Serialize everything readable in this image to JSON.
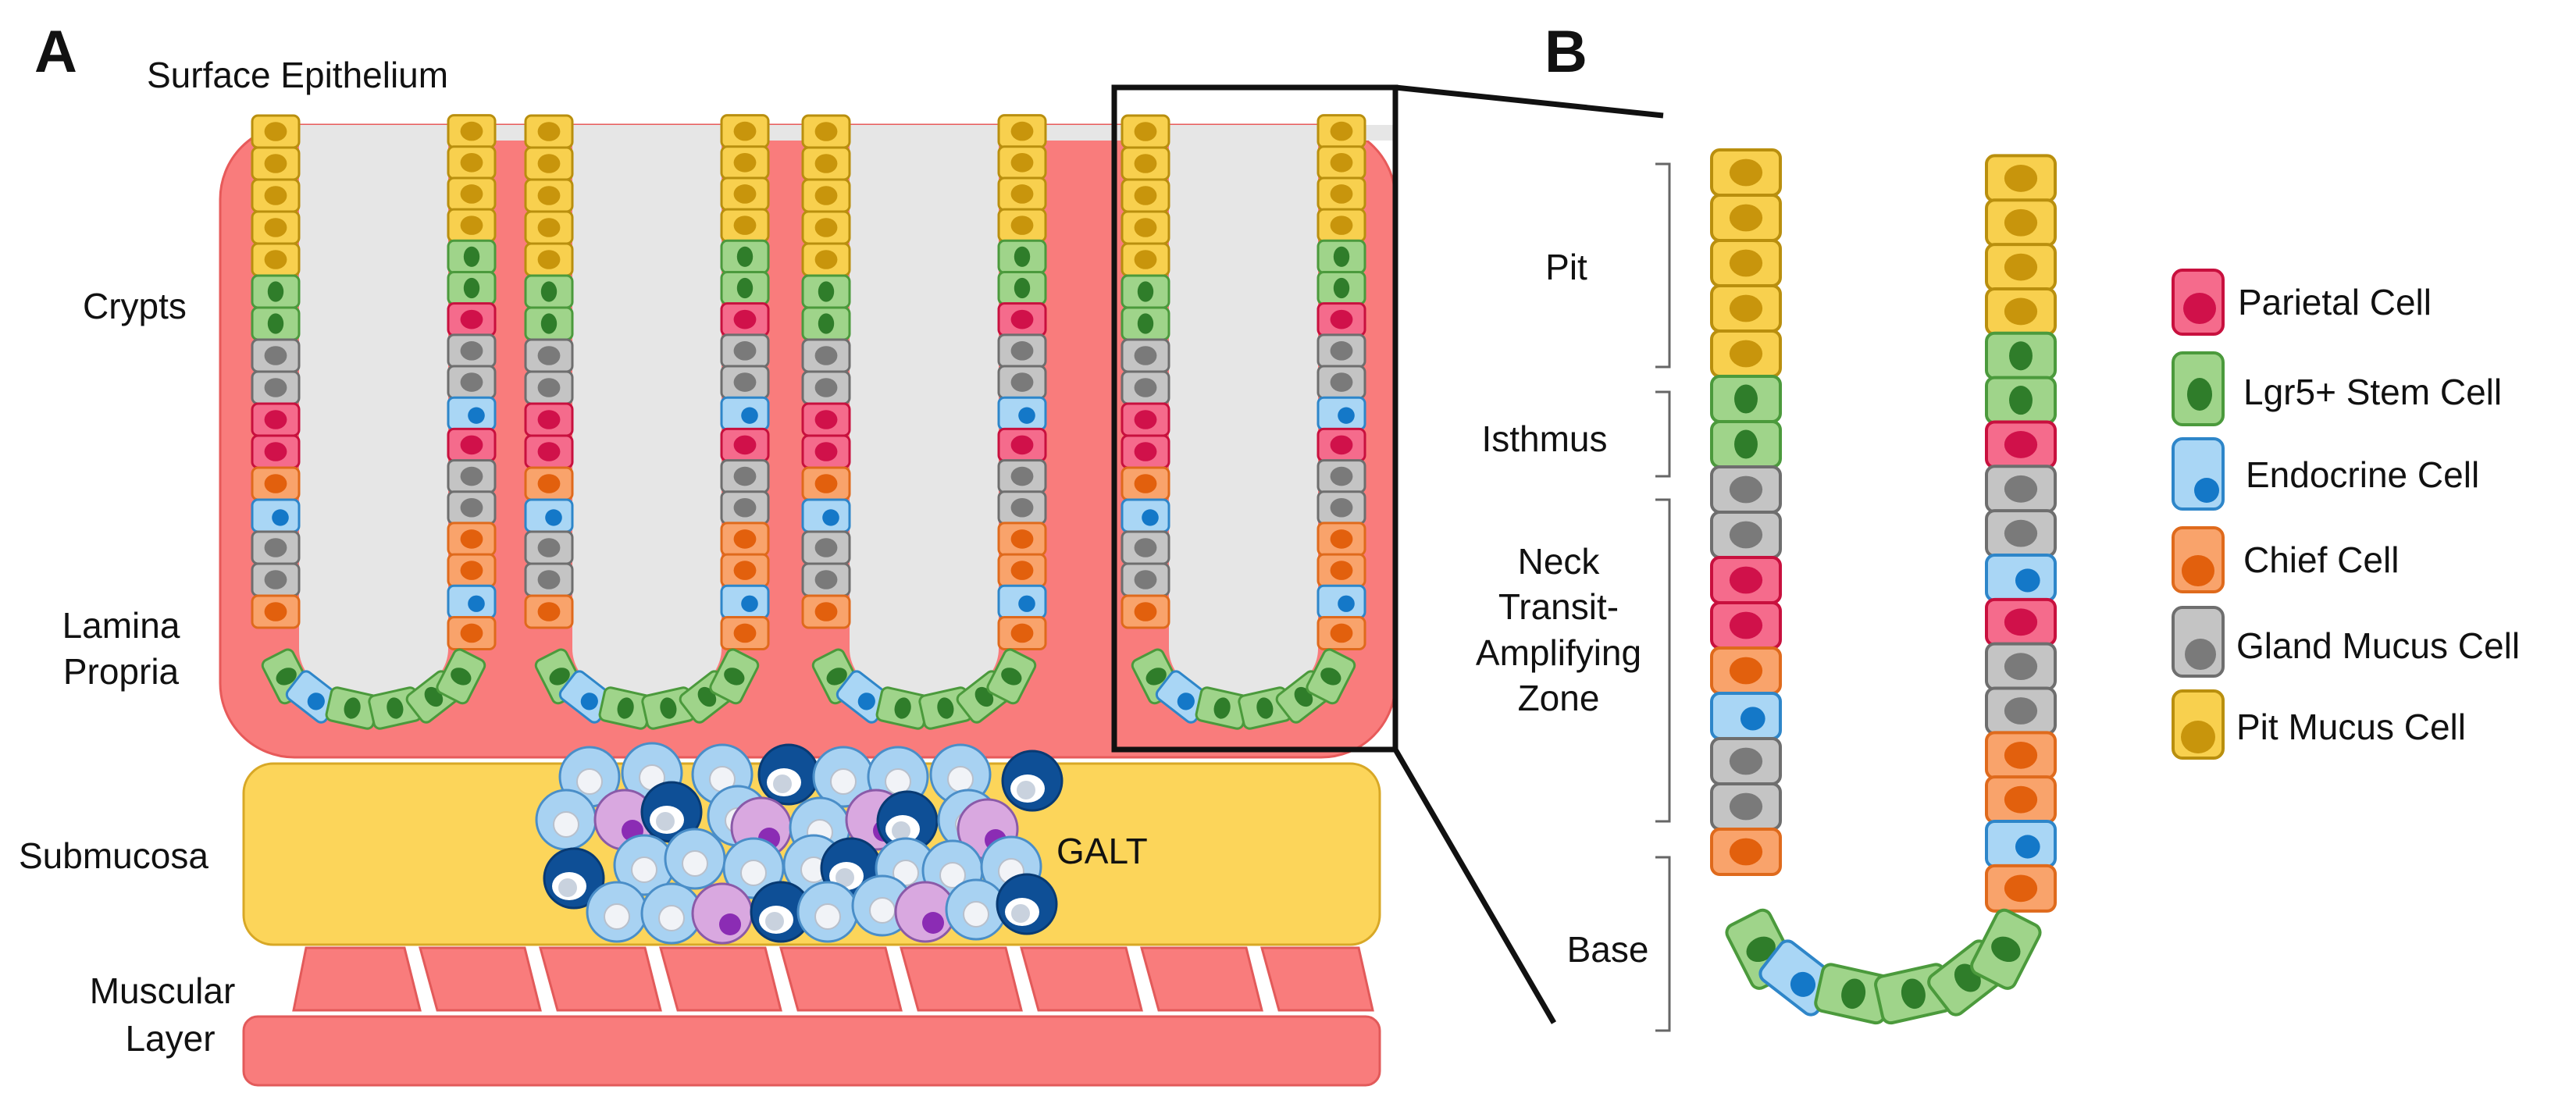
{
  "panel_a": {
    "letter": "A",
    "labels": {
      "surface_epithelium": "Surface Epithelium",
      "crypts": "Crypts",
      "lamina_propria_1": "Lamina",
      "lamina_propria_2": "Propria",
      "submucosa": "Submucosa",
      "galt": "GALT",
      "muscular_layer_1": "Muscular",
      "muscular_layer_2": "Layer"
    }
  },
  "panel_b": {
    "letter": "B",
    "zones": {
      "pit": "Pit",
      "isthmus": "Isthmus",
      "neck_1": "Neck",
      "neck_2": "Transit-",
      "neck_3": "Amplifying",
      "neck_4": "Zone",
      "base": "Base"
    }
  },
  "legend": [
    {
      "key": "parietal",
      "label": "Parietal Cell"
    },
    {
      "key": "stem",
      "label": "Lgr5+ Stem Cell"
    },
    {
      "key": "endocrine",
      "label": "Endocrine Cell"
    },
    {
      "key": "chief",
      "label": "Chief Cell"
    },
    {
      "key": "gland",
      "label": "Gland Mucus Cell"
    },
    {
      "key": "pit",
      "label": "Pit Mucus Cell"
    }
  ],
  "colors": {
    "parietal": {
      "fill": "#f56b8c",
      "stroke": "#c8103e",
      "nuc": "#d0114a"
    },
    "stem": {
      "fill": "#9fd48a",
      "stroke": "#4b9a3c",
      "nuc": "#2f7d2a"
    },
    "endocrine": {
      "fill": "#a9d6f5",
      "stroke": "#2e86c9",
      "nuc": "#1478c8"
    },
    "chief": {
      "fill": "#f9a36b",
      "stroke": "#df6a1c",
      "nuc": "#e2600d"
    },
    "gland": {
      "fill": "#c4c4c4",
      "stroke": "#6e6e6e",
      "nuc": "#7a7a7a"
    },
    "pit": {
      "fill": "#f8d04e",
      "stroke": "#b98f0e",
      "nuc": "#c8950c"
    },
    "lamina_propria": "#f97c7c",
    "submucosa": "#fcd55a",
    "lumen": "#e6e6e6",
    "galt_light": "#a8d2f2",
    "galt_dark": "#0e4f96",
    "galt_purple": "#d9a8e0"
  },
  "crypt_sequences": {
    "crypt_1": {
      "left": [
        "pit",
        "pit",
        "pit",
        "pit",
        "pit",
        "stem",
        "stem",
        "gland",
        "gland",
        "parietal",
        "parietal",
        "chief",
        "endocrine",
        "gland",
        "gland",
        "chief"
      ],
      "right": [
        "pit",
        "pit",
        "pit",
        "pit",
        "stem",
        "stem",
        "parietal",
        "gland",
        "gland",
        "endocrine",
        "parietal",
        "gland",
        "gland",
        "chief",
        "chief",
        "endocrine",
        "chief"
      ],
      "base": [
        "stem",
        "endocrine",
        "stem",
        "stem",
        "stem",
        "stem"
      ]
    },
    "crypt_2": {
      "left": [
        "pit",
        "pit",
        "pit",
        "pit",
        "pit",
        "stem",
        "stem",
        "gland",
        "gland",
        "parietal",
        "parietal",
        "chief",
        "endocrine",
        "gland",
        "gland",
        "chief"
      ],
      "right": [
        "pit",
        "pit",
        "pit",
        "pit",
        "stem",
        "stem",
        "parietal",
        "gland",
        "gland",
        "endocrine",
        "parietal",
        "gland",
        "gland",
        "chief",
        "chief",
        "endocrine",
        "chief"
      ],
      "base": [
        "stem",
        "endocrine",
        "stem",
        "stem",
        "stem",
        "stem"
      ]
    },
    "crypt_3": {
      "left": [
        "pit",
        "pit",
        "pit",
        "pit",
        "pit",
        "stem",
        "stem",
        "gland",
        "gland",
        "parietal",
        "parietal",
        "chief",
        "endocrine",
        "gland",
        "gland",
        "chief"
      ],
      "right": [
        "pit",
        "pit",
        "pit",
        "pit",
        "stem",
        "stem",
        "parietal",
        "gland",
        "gland",
        "endocrine",
        "parietal",
        "gland",
        "gland",
        "chief",
        "chief",
        "endocrine",
        "chief"
      ],
      "base": [
        "stem",
        "endocrine",
        "stem",
        "stem",
        "stem",
        "stem"
      ]
    },
    "crypt_4": {
      "left": [
        "pit",
        "pit",
        "pit",
        "pit",
        "pit",
        "stem",
        "stem",
        "gland",
        "gland",
        "parietal",
        "parietal",
        "chief",
        "endocrine",
        "gland",
        "gland",
        "chief"
      ],
      "right": [
        "pit",
        "pit",
        "pit",
        "pit",
        "stem",
        "stem",
        "parietal",
        "gland",
        "gland",
        "endocrine",
        "parietal",
        "gland",
        "gland",
        "chief",
        "chief",
        "endocrine",
        "chief"
      ],
      "base": [
        "stem",
        "endocrine",
        "stem",
        "stem",
        "stem",
        "stem"
      ]
    },
    "detail": {
      "left": [
        "pit",
        "pit",
        "pit",
        "pit",
        "pit",
        "stem",
        "stem",
        "gland",
        "gland",
        "parietal",
        "parietal",
        "chief",
        "endocrine",
        "gland",
        "gland",
        "chief"
      ],
      "right": [
        "pit",
        "pit",
        "pit",
        "pit",
        "stem",
        "stem",
        "parietal",
        "gland",
        "gland",
        "endocrine",
        "parietal",
        "gland",
        "gland",
        "chief",
        "chief",
        "endocrine",
        "chief"
      ],
      "base": [
        "stem",
        "endocrine",
        "stem",
        "stem",
        "stem",
        "stem"
      ]
    }
  }
}
